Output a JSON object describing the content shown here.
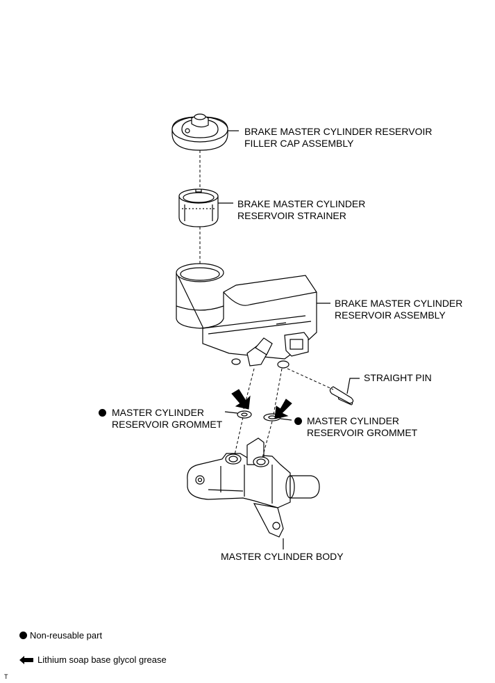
{
  "labels": {
    "filler_cap": [
      "BRAKE MASTER CYLINDER RESERVOIR",
      "FILLER CAP ASSEMBLY"
    ],
    "strainer": [
      "BRAKE MASTER CYLINDER",
      "RESERVOIR STRAINER"
    ],
    "reservoir": [
      "BRAKE MASTER CYLINDER",
      "RESERVOIR ASSEMBLY"
    ],
    "straight_pin": "STRAIGHT PIN",
    "grommet_left": [
      "MASTER CYLINDER",
      "RESERVOIR GROMMET"
    ],
    "grommet_right": [
      "MASTER CYLINDER",
      "RESERVOIR GROMMET"
    ],
    "body": "MASTER CYLINDER BODY"
  },
  "legend": {
    "non_reusable": "Non-reusable part",
    "grease": "Lithium soap base glycol grease"
  },
  "corner_mark": "T"
}
